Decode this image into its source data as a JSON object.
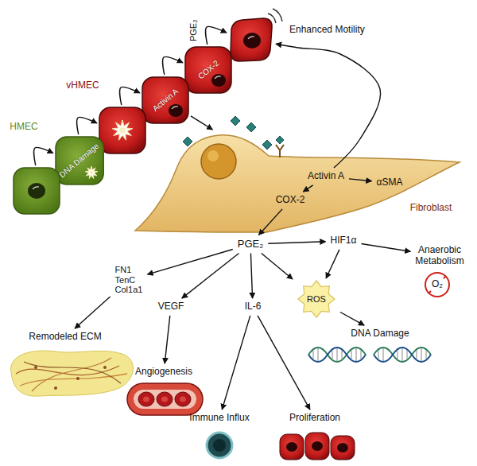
{
  "diagram": {
    "nodes": [
      {
        "text": [
          "Enhanced Motility"
        ]
      },
      {
        "text": [
          "COX-2"
        ]
      },
      {
        "text": [
          "Activin A"
        ]
      },
      {
        "text": [
          "vHMEC"
        ]
      },
      {
        "text": [
          "DNA Damage"
        ]
      },
      {
        "text": [
          "HMEC"
        ]
      },
      {
        "text": [
          "Fibroblast"
        ]
      },
      {
        "text": [
          "Activin A"
        ],
        "in": 6
      },
      {
        "text": [
          "αSMA"
        ],
        "in": 6
      },
      {
        "text": [
          "COX-2"
        ],
        "in": 6
      },
      {
        "text": [
          "PGE₂"
        ]
      },
      {
        "text": [
          "HIF1α"
        ]
      },
      {
        "text": [
          "Anaerobic Metabolism"
        ]
      },
      {
        "text": [
          "FN1 TenC Col1a1"
        ]
      },
      {
        "text": [
          "Remodeled ECM"
        ]
      },
      {
        "text": [
          "VEGF"
        ]
      },
      {
        "text": [
          "IL-6"
        ]
      },
      {
        "text": [
          "ROS"
        ]
      },
      {
        "text": [
          "DNA Damage"
        ]
      },
      {
        "text": [
          "Angiogenesis"
        ]
      },
      {
        "text": [
          "Immune Influx"
        ]
      },
      {
        "text": [
          "Proliferation"
        ]
      }
    ],
    "edges": [
      {
        "from": 5,
        "to": 4,
        "arrow": "to"
      },
      {
        "from": 4,
        "to": 3,
        "arrow": "to"
      },
      {
        "from": 3,
        "to": 2,
        "arrow": "to"
      },
      {
        "from": 2,
        "to": 1,
        "arrow": "to"
      },
      {
        "from": 1,
        "to": 0,
        "label": "PGE₂",
        "arrow": "to"
      },
      {
        "from": 2,
        "to": 6,
        "arrow": "to"
      },
      {
        "from": 7,
        "to": 0,
        "arrow": "to"
      },
      {
        "from": 7,
        "to": 8,
        "arrow": "to"
      },
      {
        "from": 7,
        "to": 9,
        "arrow": "to"
      },
      {
        "from": 9,
        "to": 10,
        "arrow": "to"
      },
      {
        "from": 10,
        "to": 13,
        "arrow": "to"
      },
      {
        "from": 10,
        "to": 15,
        "arrow": "to"
      },
      {
        "from": 10,
        "to": 16,
        "arrow": "to"
      },
      {
        "from": 10,
        "to": 17,
        "arrow": "to"
      },
      {
        "from": 10,
        "to": 11,
        "arrow": "to"
      },
      {
        "from": 11,
        "to": 12,
        "arrow": "to"
      },
      {
        "from": 11,
        "to": 17,
        "arrow": "to"
      },
      {
        "from": 17,
        "to": 18,
        "arrow": "to"
      },
      {
        "from": 13,
        "to": 14,
        "arrow": "to"
      },
      {
        "from": 15,
        "to": 19,
        "arrow": "to"
      },
      {
        "from": 16,
        "to": 20,
        "arrow": "to"
      },
      {
        "from": 16,
        "to": 21,
        "arrow": "to"
      }
    ],
    "labels": [
      "O₂"
    ]
  }
}
